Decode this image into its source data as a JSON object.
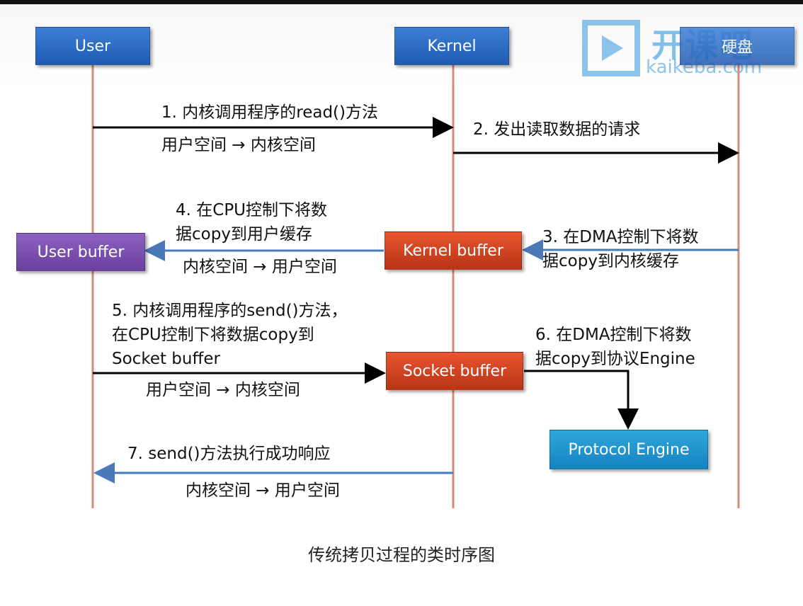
{
  "participants": {
    "user": "User",
    "kernel": "Kernel",
    "disk": "硬盘"
  },
  "buffers": {
    "user_buffer": "User buffer",
    "kernel_buffer": "Kernel buffer",
    "socket_buffer": "Socket buffer",
    "protocol_engine": "Protocol Engine"
  },
  "steps": {
    "s1": "1. 内核调用程序的read()方法",
    "s1_sub": "用户空间 → 内核空间",
    "s2": "2. 发出读取数据的请求",
    "s3_line1": "3. 在DMA控制下将数",
    "s3_line2": "据copy到内核缓存",
    "s4_line1": "4. 在CPU控制下将数",
    "s4_line2": "据copy到用户缓存",
    "s4_sub": "内核空间 → 用户空间",
    "s5_line1": "5. 内核调用程序的send()方法，",
    "s5_line2": "在CPU控制下将数据copy到",
    "s5_line3": "Socket buffer",
    "s5_sub": "用户空间 → 内核空间",
    "s6_line1": "6. 在DMA控制下将数",
    "s6_line2": "据copy到协议Engine",
    "s7": "7. send()方法执行成功响应",
    "s7_sub": "内核空间 → 用户空间"
  },
  "caption": "传统拷贝过程的类时序图",
  "watermark": {
    "brand": "开课吧",
    "url": "kaikeba.com"
  },
  "colors": {
    "lifeline": "#d98a78",
    "black_arrow": "#000000",
    "blue_arrow": "#4a79b8",
    "participant_blue": "#2a6bc4",
    "user_buffer": "#7a4fb0",
    "kernel_buffer": "#d2441f",
    "protocol_engine": "#1d93cf"
  }
}
